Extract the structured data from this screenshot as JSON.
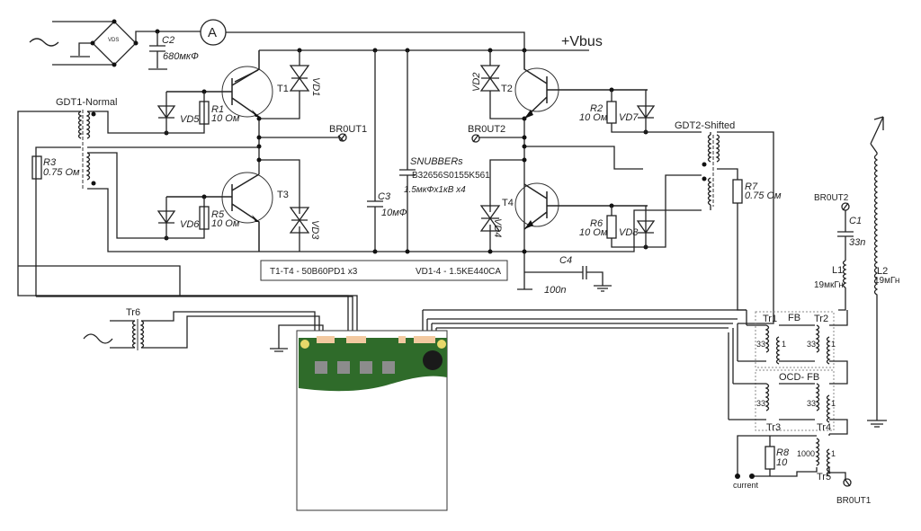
{
  "labels": {
    "vds": "VDS",
    "c2": "C2",
    "c2_val": "680мкФ",
    "ammeter": "A",
    "vbus": "+Vbus",
    "t1": "T1",
    "t2": "T2",
    "t3": "T3",
    "t4": "T4",
    "vd1": "VD1",
    "vd2": "VD2",
    "vd3": "VD3",
    "vd4": "VD4",
    "vd5": "VD5",
    "vd6": "VD6",
    "vd7": "VD7",
    "vd8": "VD8",
    "r1": "R1",
    "r1_val": "10 Ом",
    "r2": "R2",
    "r2_val": "10 Ом",
    "r5": "R5",
    "r5_val": "10 Ом",
    "r6": "R6",
    "r6_val": "10 Ом",
    "r3": "R3",
    "r3_val": "0.75 Ом",
    "r7": "R7",
    "r7_val": "0.75 Ом",
    "gdt1": "GDT1-Normal",
    "gdt2": "GDT2-Shifted",
    "brout1": "BR0UT1",
    "brout2": "BR0UT2",
    "c3": "C3",
    "c3_val": "10мФ",
    "snubbers": "SNUBBERs",
    "snubber_part": "B32656S0155K561",
    "snubber_val": "1.5мкФx1кВ x4",
    "transistors_note": "T1-T4 - 50B60PD1 x3",
    "diodes_note": "VD1-4 - 1.5KE440CA",
    "c4": "C4",
    "c4_val": "100n",
    "c1": "C1",
    "c1_val": "33n",
    "l1": "L1",
    "l1_val": "19мкГн",
    "l2": "L2",
    "l2_val": "19мГн",
    "tr6": "Tr6",
    "tr1": "Tr1",
    "tr2": "Tr2",
    "tr3": "Tr3",
    "tr4": "Tr4",
    "tr5": "Tr5",
    "fb": "FB",
    "ocd_fb": "OCD- FB",
    "turns_33": "33",
    "turns_1": "1",
    "turns_1000": "1000",
    "r8": "R8",
    "r8_val": "10",
    "current": "current"
  },
  "colors": {
    "wire": "#222222",
    "pcb": "#2f6b2a",
    "connector": "#f3c9a0",
    "heatsink": "#8c8c8c"
  }
}
